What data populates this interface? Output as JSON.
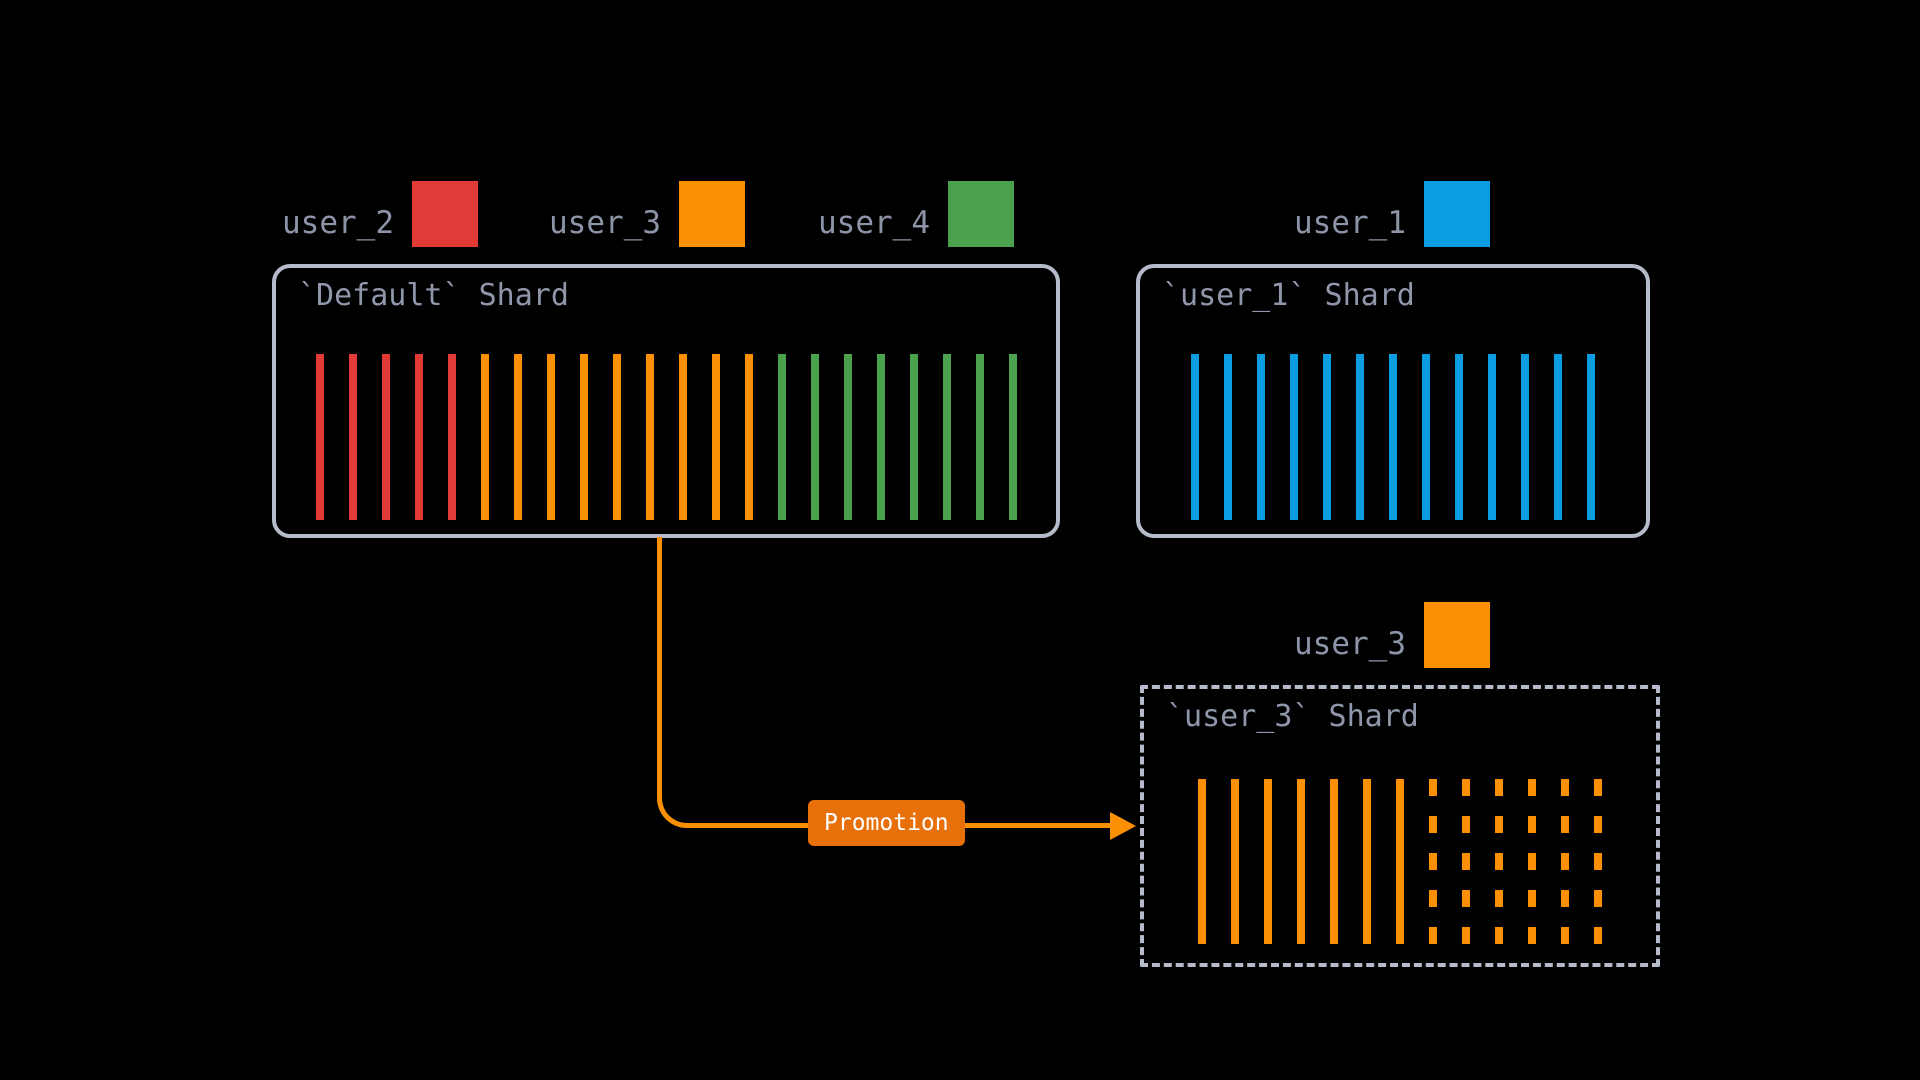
{
  "canvas": {
    "background": "#000000"
  },
  "colors": {
    "user_2_red": "#e23a36",
    "user_3_orange": "#fb9005",
    "user_4_green": "#4aa24e",
    "user_1_blue": "#0c9ce1",
    "box_border": "#b5bbca",
    "title_text": "#9097aa",
    "legend_text": "#8d94a7",
    "promotion_fill": "#e8700a",
    "arrow": "#fb9005"
  },
  "legend": {
    "top": [
      {
        "label": "user_2",
        "color": "#e23a36"
      },
      {
        "label": "user_3",
        "color": "#fb9005"
      },
      {
        "label": "user_4",
        "color": "#4aa24e"
      },
      {
        "label": "user_1",
        "color": "#0c9ce1"
      }
    ],
    "bottom": {
      "label": "user_3",
      "color": "#fb9005"
    }
  },
  "shards": {
    "default": {
      "title": "`Default` Shard",
      "bars": [
        {
          "color": "#e23a36",
          "count": 5,
          "style": "solid"
        },
        {
          "color": "#fb9005",
          "count": 9,
          "style": "solid"
        },
        {
          "color": "#4aa24e",
          "count": 8,
          "style": "solid"
        }
      ]
    },
    "user_1": {
      "title": "`user_1` Shard",
      "bars": [
        {
          "color": "#0c9ce1",
          "count": 13,
          "style": "solid"
        }
      ]
    },
    "user_3": {
      "title": "`user_3` Shard",
      "bars": [
        {
          "color": "#fb9005",
          "count": 7,
          "style": "solid"
        },
        {
          "color": "#fb9005",
          "count": 6,
          "style": "dashed"
        }
      ]
    }
  },
  "arrow": {
    "label": "Promotion"
  }
}
